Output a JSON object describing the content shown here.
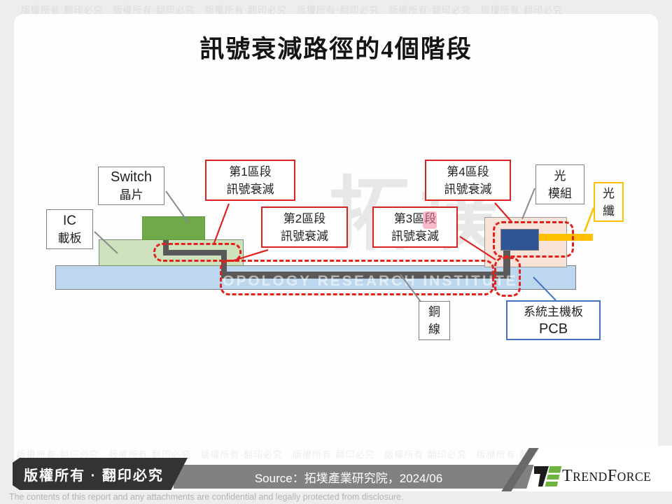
{
  "slide": {
    "title": "訊號衰減路徑的4個階段"
  },
  "diagram": {
    "labels": {
      "switch_chip": {
        "line1": "Switch",
        "line2": "晶片"
      },
      "ic_substrate": {
        "line1": "IC",
        "line2": "載板"
      },
      "optical_module": {
        "line1": "光",
        "line2": "模組"
      },
      "optical_fiber": {
        "line1": "光",
        "line2": "纖"
      },
      "copper_wire": {
        "line1": "銅",
        "line2": "線"
      },
      "system_pcb": {
        "line1": "系統主機板",
        "line2": "PCB"
      }
    },
    "segments": [
      {
        "line1": "第1區段",
        "line2": "訊號衰減"
      },
      {
        "line1": "第2區段",
        "line2": "訊號衰減"
      },
      {
        "line1": "第3區段",
        "line2": "訊號衰減"
      },
      {
        "line1": "第4區段",
        "line2": "訊號衰減"
      }
    ],
    "colors": {
      "segment_border_red": "#d92121",
      "dashed_red": "#e0211c",
      "chip_green": "#6fa94a",
      "substrate_green": "#cde2bd",
      "pcb_blue": "#bdd7ee",
      "module_peach": "#f8e3d9",
      "module_chip_blue": "#2f5597",
      "fiber_yellow": "#ffc000",
      "copper_gray": "#595959",
      "pcb_label_blue": "#4472c4"
    }
  },
  "watermark": {
    "cjk": "拓墣",
    "latin": "OPOLOGY RESEARCH INSTITUTE",
    "strip": "版權所有·翻印必究　版權所有·翻印必究　版權所有·翻印必究　版權所有·翻印必究　版權所有·翻印必究　版權所有·翻印必究"
  },
  "footer": {
    "copyright": "版權所有 · 翻印必究",
    "source": "Source：拓墣產業研究院，2024/06",
    "logo": {
      "t": "T",
      "rend": "REND",
      "f": "F",
      "orce": "ORCE"
    },
    "disclaimer": "The contents of this report and any attachments are confidential and legally protected from disclosure."
  }
}
